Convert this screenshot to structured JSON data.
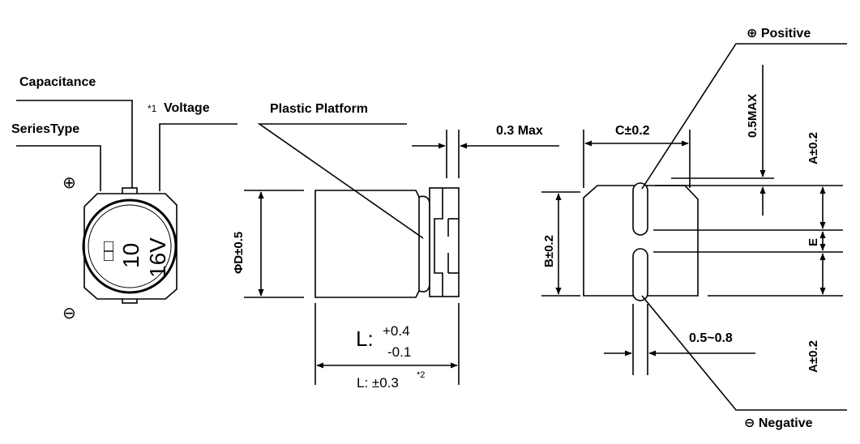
{
  "labels": {
    "capacitance": "Capacitance",
    "voltage_note": "*1",
    "voltage": "Voltage",
    "series_type": "SeriesType",
    "plastic_platform": "Plastic Platform",
    "positive": "⊕ Positive",
    "negative": "⊖ Negative",
    "plus_symbol": "⊕",
    "minus_symbol": "⊖"
  },
  "component_marking": {
    "series_boxes": "□□",
    "capacitance_code": "10",
    "voltage_code": "16V"
  },
  "dimensions": {
    "diameter": "ΦD±0.5",
    "length_prefix": "L:",
    "length_plus": "+0.4",
    "length_minus": "-0.1",
    "length_alt": "L: ±0.3",
    "length_alt_note": "*2",
    "gap_max": "0.3 Max",
    "c_dim": "C±0.2",
    "b_dim": "B±0.2",
    "e_dim": "E",
    "a_dim_top": "A±0.2",
    "a_dim_bottom": "A±0.2",
    "max_05": "0.5MAX",
    "terminal_width": "0.5~0.8"
  }
}
